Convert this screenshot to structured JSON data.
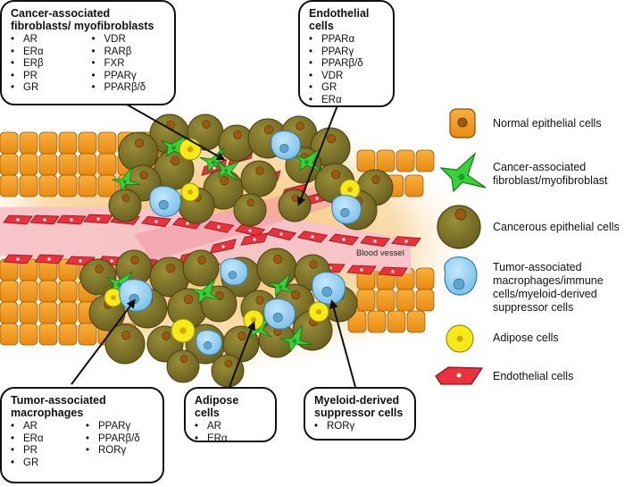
{
  "boxes": {
    "caf": {
      "title_line1": "Cancer-associated",
      "title_line2": "fibroblasts/ myofibroblasts",
      "col1": [
        "AR",
        "ERα",
        "ERβ",
        "PR",
        "GR"
      ],
      "col2": [
        "VDR",
        "RARβ",
        "FXR",
        "PPARγ",
        "PPARβ/δ"
      ]
    },
    "endothelial": {
      "title": "Endothelial cells",
      "items": [
        "PPARα",
        "PPARγ",
        "PPARβ/δ",
        "VDR",
        "GR",
        "ERα"
      ]
    },
    "tam": {
      "title_line1": "Tumor-associated",
      "title_line2": "macrophages",
      "col1": [
        "AR",
        "ERα",
        "PR",
        "GR"
      ],
      "col2": [
        "PPARγ",
        "PPARβ/δ",
        "RORγ"
      ]
    },
    "adipose": {
      "title": "Adipose cells",
      "items": [
        "AR",
        "ERα"
      ]
    },
    "mdsc": {
      "title_line1": "Myeloid-derived",
      "title_line2": "suppressor cells",
      "items": [
        "RORγ"
      ]
    }
  },
  "vessel_label": "Blood vessel",
  "legend": [
    {
      "icon": "normal-epithelial-cell-icon",
      "lines": [
        "Normal epithelial cells"
      ]
    },
    {
      "icon": "fibroblast-icon",
      "lines": [
        "Cancer-associated",
        "fibroblast/myofibroblast"
      ]
    },
    {
      "icon": "cancerous-epithelial-cell-icon",
      "lines": [
        "Cancerous epithelial cells"
      ]
    },
    {
      "icon": "macrophage-icon",
      "lines": [
        "Tumor-associated",
        "macrophages/immune",
        "cells/myeloid-derived",
        "suppressor cells"
      ]
    },
    {
      "icon": "adipose-cell-icon",
      "lines": [
        "Adipose cells"
      ]
    },
    {
      "icon": "endothelial-cell-icon",
      "lines": [
        "Endothelial cells"
      ]
    }
  ],
  "colors": {
    "normal_epithelial": "#f39a1e",
    "cancer_cell": "#7d7226",
    "nucleus": "#9a5a12",
    "fibroblast": "#39d13b",
    "macrophage": "#8fcdf0",
    "adipose": "#f7ea1a",
    "endothelial": "#e9323c",
    "vessel": "#f7c6cc",
    "glow": "#f6c072"
  }
}
